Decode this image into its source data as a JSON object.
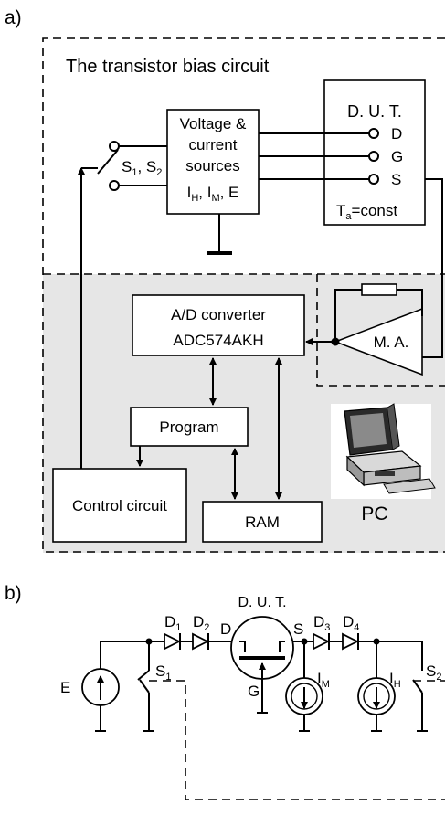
{
  "panel_a": {
    "label": "a)",
    "title": "The transistor bias circuit",
    "voltage_sources": [
      "Voltage &",
      "current",
      "sources",
      "I",
      "H",
      ", I",
      "M",
      ", E"
    ],
    "dut": {
      "title": "D. U. T.",
      "d": "D",
      "g": "G",
      "s": "S",
      "ta_main": "T",
      "ta_sub": "a",
      "ta_rest": "=const"
    },
    "switch": {
      "s1": "S",
      "s1_sub": "1",
      "sep": ", S",
      "s2_sub": "2"
    },
    "adc": {
      "line1": "A/D converter",
      "line2": "ADC574AKH"
    },
    "amp": "M. A.",
    "program": "Program",
    "control": "Control circuit",
    "ram": "RAM",
    "pc": "PC"
  },
  "panel_b": {
    "label": "b)",
    "dut_title": "D. U. T.",
    "d1": "D",
    "d1_sub": "1",
    "d2": "D",
    "d2_sub": "2",
    "d3": "D",
    "d3_sub": "3",
    "d4": "D",
    "d4_sub": "4",
    "drain": "D",
    "source": "S",
    "gate": "G",
    "e": "E",
    "s1": "S",
    "s1_sub": "1",
    "s2": "S",
    "s2_sub": "2",
    "im": "I",
    "im_sub": "M",
    "ih": "I",
    "ih_sub": "H"
  }
}
